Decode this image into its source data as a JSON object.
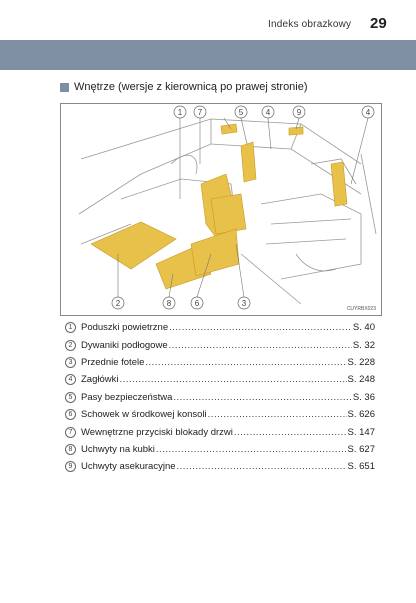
{
  "header": {
    "title": "Indeks obrazkowy",
    "page_number": "29"
  },
  "section": {
    "title": "Wnętrze (wersje z kierownicą po prawej stronie)"
  },
  "figure": {
    "code": "CUYRBX023",
    "callouts": [
      "1",
      "7",
      "5",
      "4",
      "9",
      "4",
      "2",
      "8",
      "6",
      "3"
    ]
  },
  "index": [
    {
      "num": "1",
      "label": "Poduszki powietrzne",
      "page": "S. 40"
    },
    {
      "num": "2",
      "label": "Dywaniki podłogowe",
      "page": "S. 32"
    },
    {
      "num": "3",
      "label": "Przednie fotele",
      "page": "S. 228"
    },
    {
      "num": "4",
      "label": "Zagłówki",
      "page": "S. 248"
    },
    {
      "num": "5",
      "label": "Pasy bezpieczeństwa",
      "page": "S. 36"
    },
    {
      "num": "6",
      "label": "Schowek w środkowej konsoli",
      "page": "S. 626"
    },
    {
      "num": "7",
      "label": "Wewnętrzne przyciski blokady drzwi",
      "page": "S. 147"
    },
    {
      "num": "8",
      "label": "Uchwyty na kubki",
      "page": "S. 627"
    },
    {
      "num": "9",
      "label": "Uchwyty asekuracyjne",
      "page": "S. 651"
    }
  ]
}
